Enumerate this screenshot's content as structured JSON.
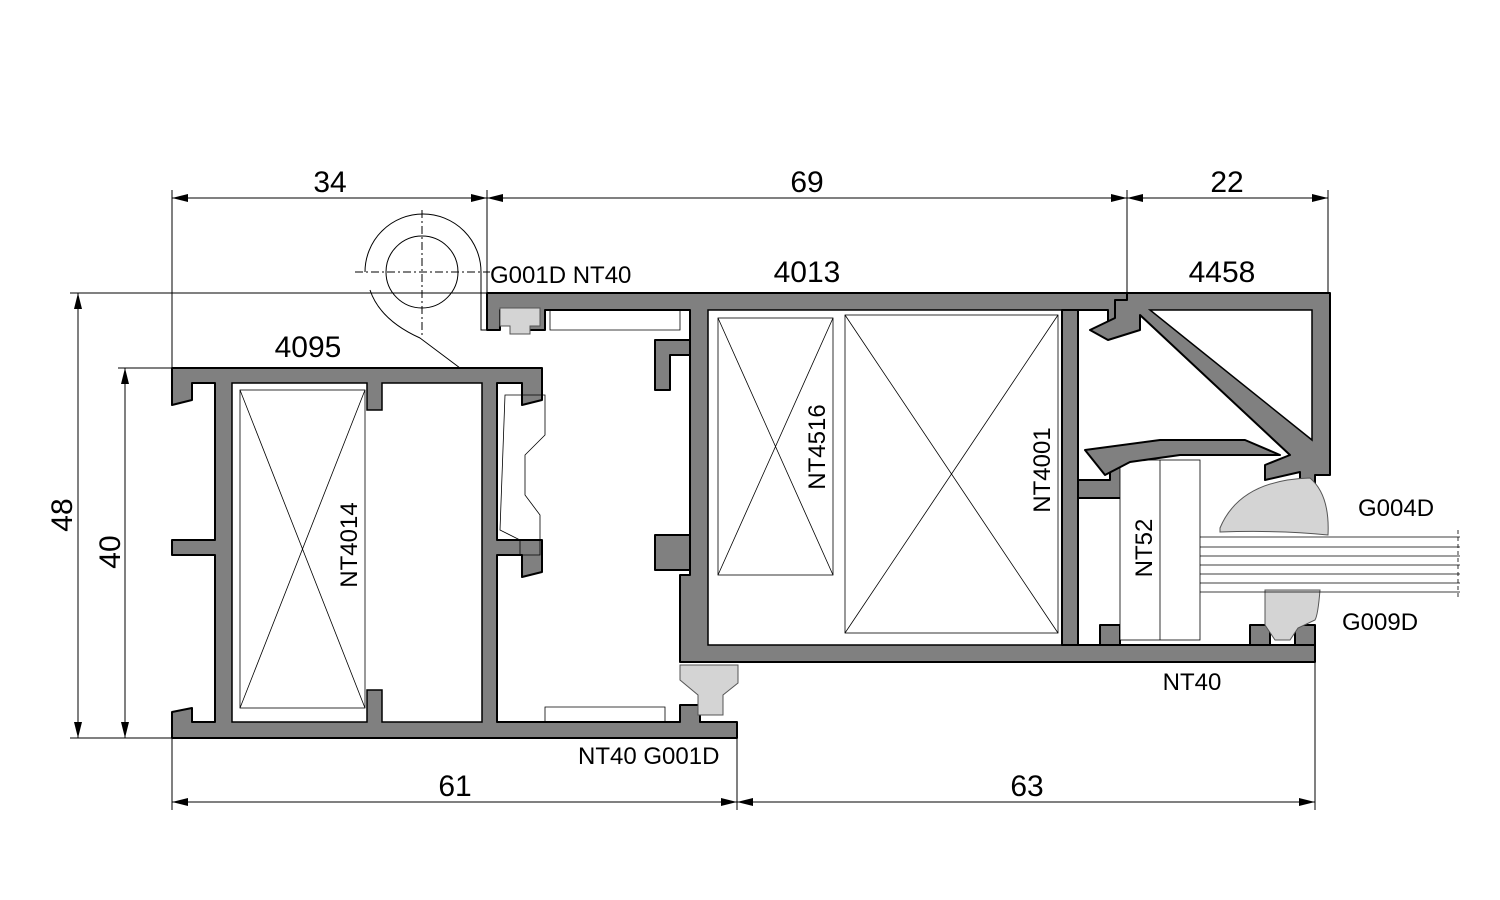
{
  "dimensions": {
    "top": [
      "34",
      "69",
      "22"
    ],
    "bottom": [
      "61",
      "63"
    ],
    "left_outer": "48",
    "left_inner": "40"
  },
  "profiles": {
    "left_frame": "4095",
    "sash": "4013",
    "glazing_bead": "4458"
  },
  "parts": {
    "top_gasket_label": "G001D NT40",
    "bottom_gasket_label": "NT40 G001D",
    "thermal_left": "NT4014",
    "thermal_mid": "NT4516",
    "thermal_right": "NT4001",
    "spacer": "NT52",
    "outer_gasket": "G004D",
    "inner_gasket": "G009D",
    "bottom_right_label": "NT40"
  },
  "colors": {
    "profile": "#808080",
    "gasket": "#d4d4d4"
  }
}
